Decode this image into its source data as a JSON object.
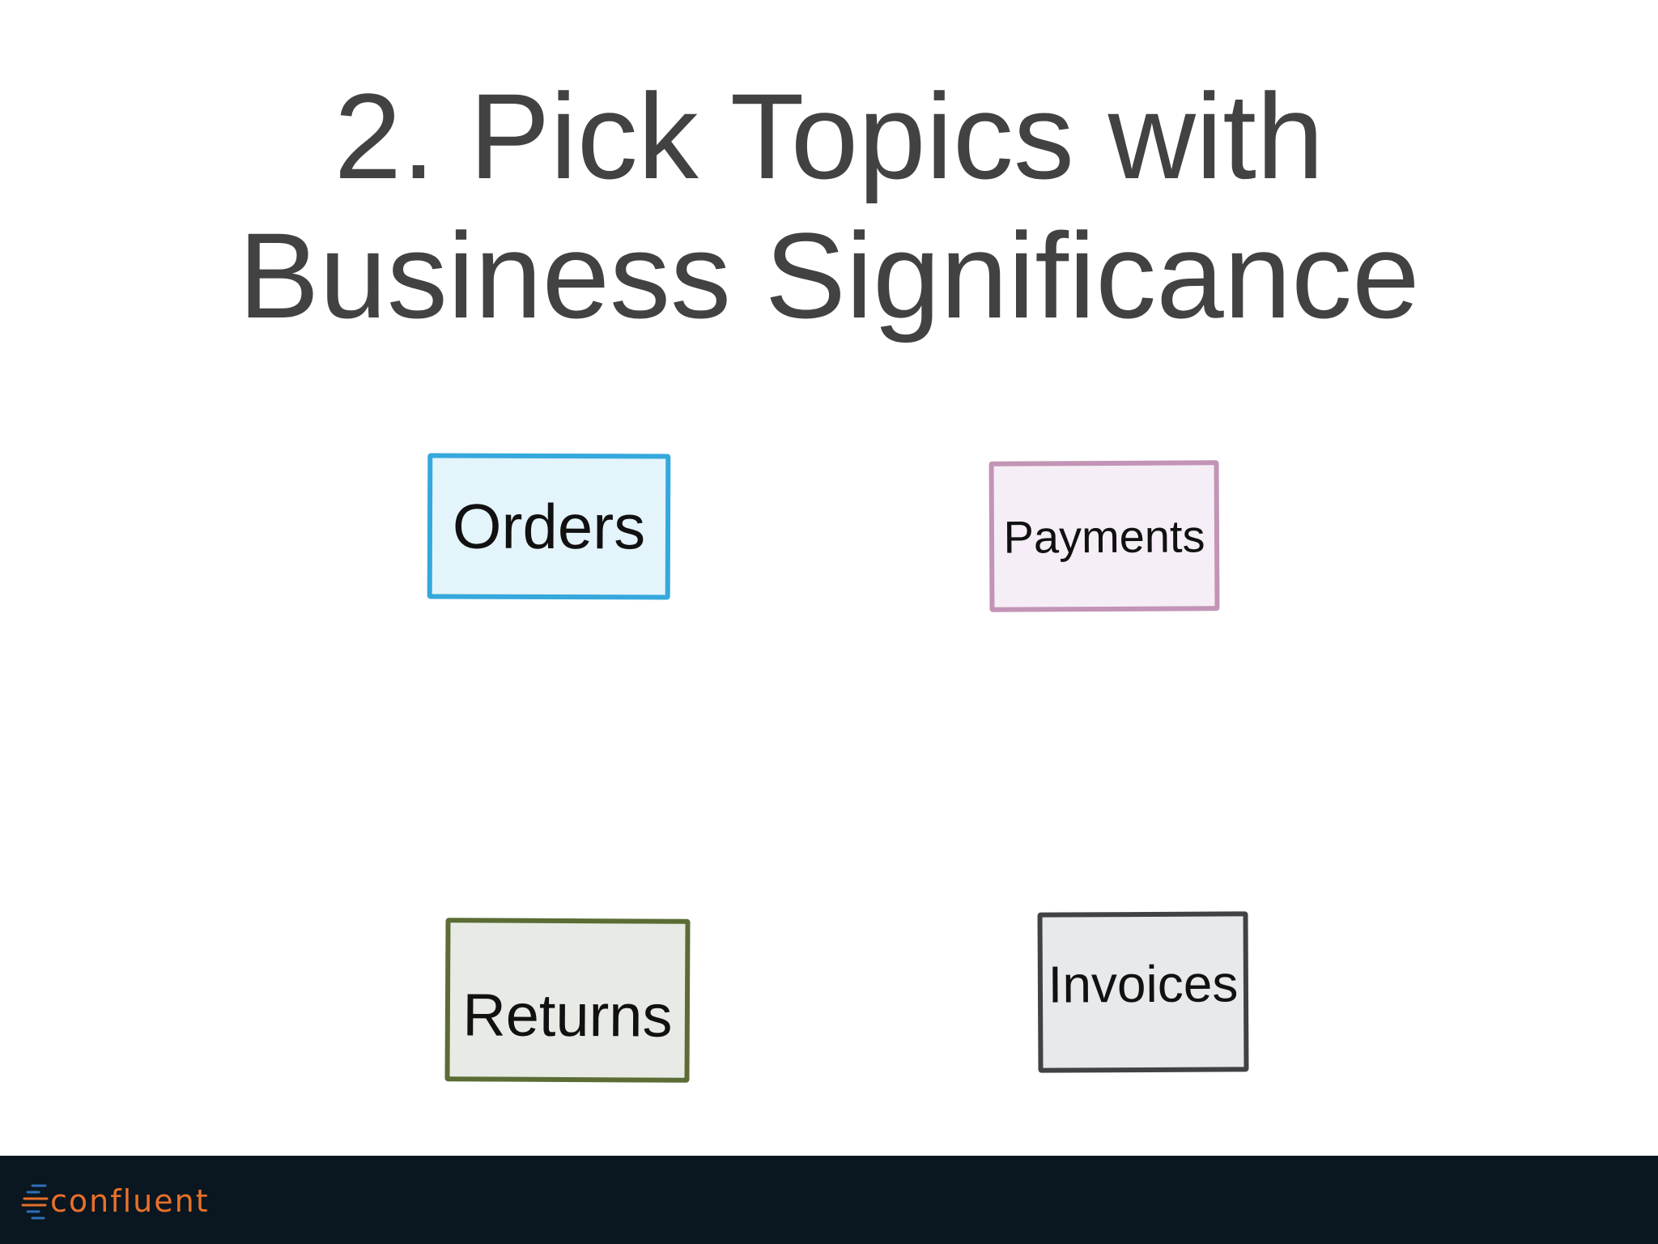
{
  "slide": {
    "title_line1": "2. Pick Topics with",
    "title_line2": "Business Significance"
  },
  "topics": [
    {
      "label": "Orders",
      "color": "#35a8dc"
    },
    {
      "label": "Payments",
      "color": "#c294b6"
    },
    {
      "label": "Returns",
      "color": "#5b6c35"
    },
    {
      "label": "Invoices",
      "color": "#404244"
    }
  ],
  "footer": {
    "logo_text": "confluent",
    "logo_icon": "confluent-logo-icon",
    "background": "#0a1620",
    "logo_color": "#e8702a"
  }
}
